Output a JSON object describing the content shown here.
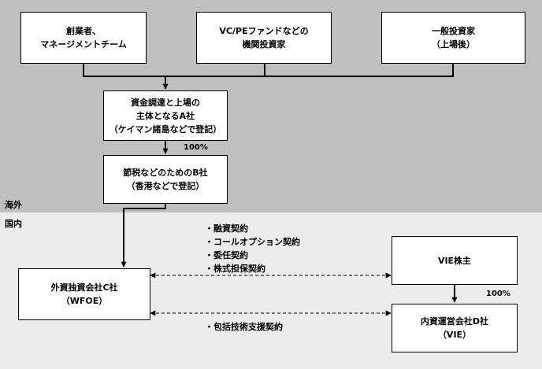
{
  "regions": {
    "overseas": "海外",
    "domestic": "国内"
  },
  "boxes": {
    "founders": [
      "創業者、",
      "マネージメントチーム"
    ],
    "vc_pe": [
      "VC/PEファンドなどの",
      "機関投資家"
    ],
    "general": [
      "一般投資家",
      "（上場後）"
    ],
    "company_a": [
      "資金調達と上場の",
      "主体となるA社",
      "（ケイマン諸島などで登記）"
    ],
    "company_b": [
      "節税などのためのB社",
      "（香港などで登記）"
    ],
    "wfoe": [
      "外資独資会社C社",
      "（WFOE）"
    ],
    "vie_holder": [
      "VIE株主"
    ],
    "company_d": [
      "内資運営会社D社",
      "（VIE）"
    ]
  },
  "labels": {
    "ownership_ab": "100%",
    "ownership_vie": "100%",
    "contracts": [
      "・融資契約",
      "・コールオプション契約",
      "・委任契約",
      "・株式担保契約"
    ],
    "tech_support": "・包括技術支援契約"
  },
  "colors": {
    "overseas_band": "#bfbfbf",
    "domestic_band": "#ececec",
    "line": "#000000"
  }
}
